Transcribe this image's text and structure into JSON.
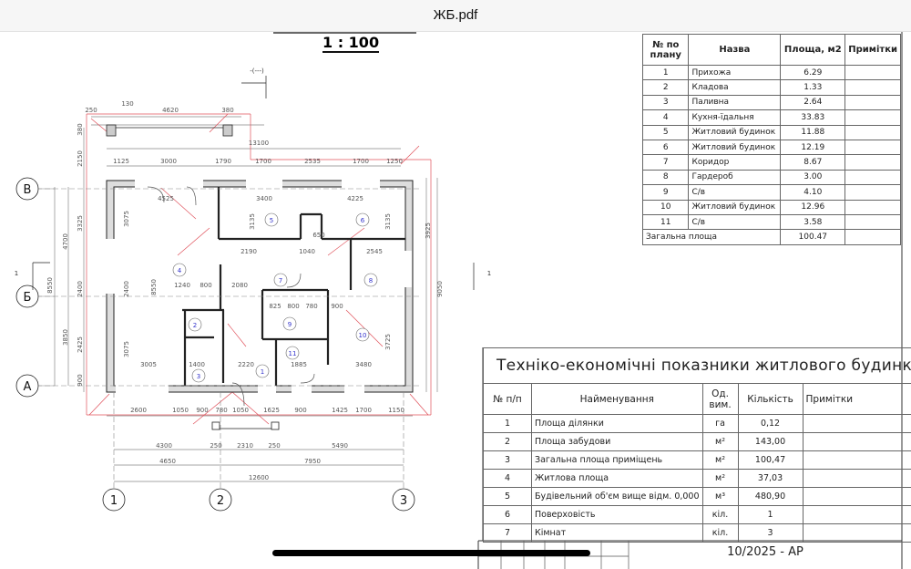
{
  "app": {
    "title": "ЖБ.pdf"
  },
  "drawing": {
    "scale": "1 : 100",
    "section_mark_top": "-(---)",
    "section_number": "1",
    "sheet_code": "10/2025 - АР",
    "axes": {
      "rows": [
        "В",
        "Б",
        "А"
      ],
      "cols": [
        "1",
        "2",
        "3"
      ]
    },
    "room_numbers": [
      "1",
      "2",
      "3",
      "4",
      "5",
      "6",
      "7",
      "8",
      "9",
      "10",
      "11"
    ],
    "dimensions": [
      "250",
      "130",
      "4620",
      "380",
      "13100",
      "1125",
      "3000",
      "1790",
      "1700",
      "2535",
      "1700",
      "1250",
      "380",
      "2150",
      "3325",
      "4700",
      "8550",
      "2400",
      "3850",
      "2425",
      "900",
      "3925",
      "9050",
      "4525",
      "3400",
      "4225",
      "3075",
      "8550",
      "2400",
      "3135",
      "3135",
      "2190",
      "2545",
      "1040",
      "650",
      "1240",
      "800",
      "2080",
      "3005",
      "1400",
      "2220",
      "1885",
      "3480",
      "825",
      "800",
      "780",
      "900",
      "3725",
      "3075",
      "2600",
      "1050",
      "900",
      "780",
      "1050",
      "1625",
      "900",
      "1425",
      "1700",
      "1150",
      "4300",
      "250",
      "2310",
      "250",
      "5490",
      "4650",
      "7950",
      "12600"
    ]
  },
  "rooms_table": {
    "headers": [
      "№ по плану",
      "Назва",
      "Площа, м2",
      "Примітки"
    ],
    "rows": [
      {
        "n": "1",
        "name": "Прихожа",
        "area": "6.29",
        "note": ""
      },
      {
        "n": "2",
        "name": "Кладова",
        "area": "1.33",
        "note": ""
      },
      {
        "n": "3",
        "name": "Паливна",
        "area": "2.64",
        "note": ""
      },
      {
        "n": "4",
        "name": "Кухня-їдальня",
        "area": "33.83",
        "note": ""
      },
      {
        "n": "5",
        "name": "Житловий будинок",
        "area": "11.88",
        "note": ""
      },
      {
        "n": "6",
        "name": "Житловий будинок",
        "area": "12.19",
        "note": ""
      },
      {
        "n": "7",
        "name": "Коридор",
        "area": "8.67",
        "note": ""
      },
      {
        "n": "8",
        "name": "Гардероб",
        "area": "3.00",
        "note": ""
      },
      {
        "n": "9",
        "name": "С/в",
        "area": "4.10",
        "note": ""
      },
      {
        "n": "10",
        "name": "Житловий будинок",
        "area": "12.96",
        "note": ""
      },
      {
        "n": "11",
        "name": "С/в",
        "area": "3.58",
        "note": ""
      }
    ],
    "total_label": "Загальна площа",
    "total_value": "100.47"
  },
  "tep_table": {
    "title": "Техніко-економічні показники житлового будинку",
    "headers": [
      "№ п/п",
      "Найменування",
      "Од. вим.",
      "Кількість",
      "Примітки"
    ],
    "rows": [
      {
        "n": "1",
        "name": "Площа ділянки",
        "unit": "га",
        "qty": "0,12",
        "note": ""
      },
      {
        "n": "2",
        "name": "Площа забудови",
        "unit": "м²",
        "qty": "143,00",
        "note": ""
      },
      {
        "n": "3",
        "name": "Загальна площа приміщень",
        "unit": "м²",
        "qty": "100,47",
        "note": ""
      },
      {
        "n": "4",
        "name": "Житлова площа",
        "unit": "м²",
        "qty": "37,03",
        "note": ""
      },
      {
        "n": "5",
        "name": "Будівельний об'єм вище відм. 0,000",
        "unit": "м³",
        "qty": "480,90",
        "note": ""
      },
      {
        "n": "6",
        "name": "Поверховість",
        "unit": "кіл.",
        "qty": "1",
        "note": ""
      },
      {
        "n": "7",
        "name": "Кімнат",
        "unit": "кіл.",
        "qty": "3",
        "note": ""
      }
    ]
  }
}
